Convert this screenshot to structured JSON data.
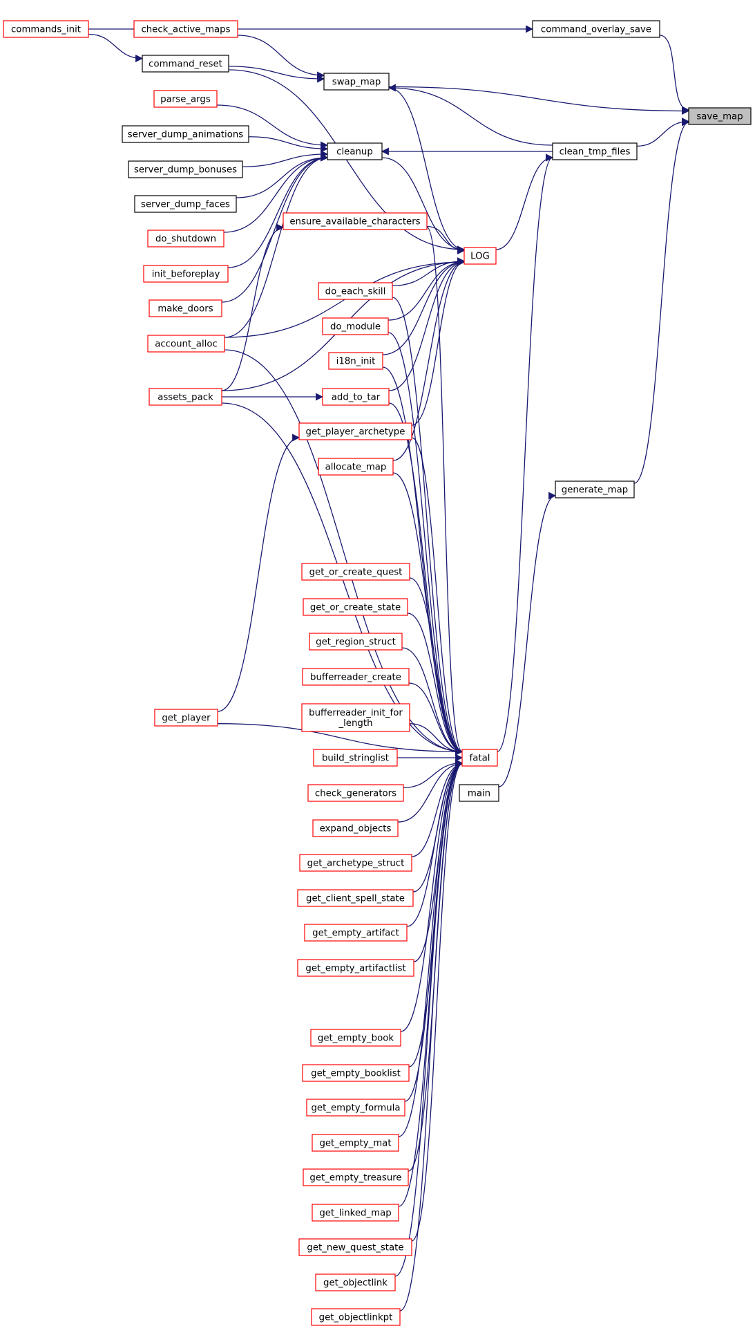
{
  "colors": {
    "edge": "#191970",
    "node_border_red": "#ff0000",
    "node_border_black": "#000000",
    "node_focus_fill": "#bfbfbf",
    "node_fill": "#ffffff"
  },
  "nodes": [
    {
      "id": "save_map",
      "label": "save_map",
      "style": "focus"
    },
    {
      "id": "commands_init",
      "label": "commands_init",
      "style": "red"
    },
    {
      "id": "command_overlay_save",
      "label": "command_overlay_save",
      "style": "black"
    },
    {
      "id": "check_active_maps",
      "label": "check_active_maps",
      "style": "red"
    },
    {
      "id": "command_reset",
      "label": "command_reset",
      "style": "black"
    },
    {
      "id": "swap_map",
      "label": "swap_map",
      "style": "black"
    },
    {
      "id": "parse_args",
      "label": "parse_args",
      "style": "red"
    },
    {
      "id": "server_dump_animations",
      "label": "server_dump_animations",
      "style": "black"
    },
    {
      "id": "cleanup",
      "label": "cleanup",
      "style": "black"
    },
    {
      "id": "clean_tmp_files",
      "label": "clean_tmp_files",
      "style": "black"
    },
    {
      "id": "server_dump_bonuses",
      "label": "server_dump_bonuses",
      "style": "black"
    },
    {
      "id": "server_dump_faces",
      "label": "server_dump_faces",
      "style": "black"
    },
    {
      "id": "ensure_available_characters",
      "label": "ensure_available_characters",
      "style": "red"
    },
    {
      "id": "do_shutdown",
      "label": "do_shutdown",
      "style": "red"
    },
    {
      "id": "LOG",
      "label": "LOG",
      "style": "red"
    },
    {
      "id": "init_beforeplay",
      "label": "init_beforeplay",
      "style": "red"
    },
    {
      "id": "do_each_skill",
      "label": "do_each_skill",
      "style": "red"
    },
    {
      "id": "make_doors",
      "label": "make_doors",
      "style": "red"
    },
    {
      "id": "do_module",
      "label": "do_module",
      "style": "red"
    },
    {
      "id": "account_alloc",
      "label": "account_alloc",
      "style": "red"
    },
    {
      "id": "i18n_init",
      "label": "i18n_init",
      "style": "red"
    },
    {
      "id": "assets_pack",
      "label": "assets_pack",
      "style": "red"
    },
    {
      "id": "add_to_tar",
      "label": "add_to_tar",
      "style": "red"
    },
    {
      "id": "get_player_archetype",
      "label": "get_player_archetype",
      "style": "red"
    },
    {
      "id": "allocate_map",
      "label": "allocate_map",
      "style": "red"
    },
    {
      "id": "generate_map",
      "label": "generate_map",
      "style": "black"
    },
    {
      "id": "get_or_create_quest",
      "label": "get_or_create_quest",
      "style": "red"
    },
    {
      "id": "get_or_create_state",
      "label": "get_or_create_state",
      "style": "red"
    },
    {
      "id": "get_region_struct",
      "label": "get_region_struct",
      "style": "red"
    },
    {
      "id": "bufferreader_create",
      "label": "bufferreader_create",
      "style": "red"
    },
    {
      "id": "get_player",
      "label": "get_player",
      "style": "red"
    },
    {
      "id": "bufferreader_init_for_length",
      "label": "bufferreader_init_for\n_length",
      "style": "red"
    },
    {
      "id": "build_stringlist",
      "label": "build_stringlist",
      "style": "red"
    },
    {
      "id": "fatal",
      "label": "fatal",
      "style": "red"
    },
    {
      "id": "main",
      "label": "main",
      "style": "black"
    },
    {
      "id": "check_generators",
      "label": "check_generators",
      "style": "red"
    },
    {
      "id": "expand_objects",
      "label": "expand_objects",
      "style": "red"
    },
    {
      "id": "get_archetype_struct",
      "label": "get_archetype_struct",
      "style": "red"
    },
    {
      "id": "get_client_spell_state",
      "label": "get_client_spell_state",
      "style": "red"
    },
    {
      "id": "get_empty_artifact",
      "label": "get_empty_artifact",
      "style": "red"
    },
    {
      "id": "get_empty_artifactlist",
      "label": "get_empty_artifactlist",
      "style": "red"
    },
    {
      "id": "get_empty_book",
      "label": "get_empty_book",
      "style": "red"
    },
    {
      "id": "get_empty_booklist",
      "label": "get_empty_booklist",
      "style": "red"
    },
    {
      "id": "get_empty_formula",
      "label": "get_empty_formula",
      "style": "red"
    },
    {
      "id": "get_empty_mat",
      "label": "get_empty_mat",
      "style": "red"
    },
    {
      "id": "get_empty_treasure",
      "label": "get_empty_treasure",
      "style": "red"
    },
    {
      "id": "get_linked_map",
      "label": "get_linked_map",
      "style": "red"
    },
    {
      "id": "get_new_quest_state",
      "label": "get_new_quest_state",
      "style": "red"
    },
    {
      "id": "get_objectlink",
      "label": "get_objectlink",
      "style": "red"
    },
    {
      "id": "get_objectlinkpt",
      "label": "get_objectlinkpt",
      "style": "red"
    }
  ],
  "edges": [
    [
      "command_overlay_save",
      "save_map"
    ],
    [
      "swap_map",
      "save_map"
    ],
    [
      "clean_tmp_files",
      "save_map"
    ],
    [
      "generate_map",
      "save_map"
    ],
    [
      "commands_init",
      "command_overlay_save"
    ],
    [
      "commands_init",
      "command_reset"
    ],
    [
      "check_active_maps",
      "swap_map"
    ],
    [
      "command_reset",
      "swap_map"
    ],
    [
      "clean_tmp_files",
      "swap_map"
    ],
    [
      "parse_args",
      "cleanup"
    ],
    [
      "server_dump_animations",
      "cleanup"
    ],
    [
      "server_dump_bonuses",
      "cleanup"
    ],
    [
      "server_dump_faces",
      "cleanup"
    ],
    [
      "do_shutdown",
      "cleanup"
    ],
    [
      "init_beforeplay",
      "cleanup"
    ],
    [
      "make_doors",
      "cleanup"
    ],
    [
      "account_alloc",
      "cleanup"
    ],
    [
      "clean_tmp_files",
      "cleanup"
    ],
    [
      "LOG",
      "clean_tmp_files"
    ],
    [
      "fatal",
      "clean_tmp_files"
    ],
    [
      "main",
      "generate_map"
    ],
    [
      "command_reset",
      "LOG"
    ],
    [
      "swap_map",
      "LOG"
    ],
    [
      "cleanup",
      "LOG"
    ],
    [
      "ensure_available_characters",
      "LOG"
    ],
    [
      "do_each_skill",
      "LOG"
    ],
    [
      "do_module",
      "LOG"
    ],
    [
      "i18n_init",
      "LOG"
    ],
    [
      "add_to_tar",
      "LOG"
    ],
    [
      "get_player_archetype",
      "LOG"
    ],
    [
      "allocate_map",
      "LOG"
    ],
    [
      "account_alloc",
      "LOG"
    ],
    [
      "assets_pack",
      "LOG"
    ],
    [
      "assets_pack",
      "ensure_available_characters"
    ],
    [
      "assets_pack",
      "add_to_tar"
    ],
    [
      "get_player",
      "get_player_archetype"
    ],
    [
      "ensure_available_characters",
      "fatal"
    ],
    [
      "do_each_skill",
      "fatal"
    ],
    [
      "do_module",
      "fatal"
    ],
    [
      "i18n_init",
      "fatal"
    ],
    [
      "add_to_tar",
      "fatal"
    ],
    [
      "get_player_archetype",
      "fatal"
    ],
    [
      "allocate_map",
      "fatal"
    ],
    [
      "account_alloc",
      "fatal"
    ],
    [
      "assets_pack",
      "fatal"
    ],
    [
      "get_player",
      "fatal"
    ],
    [
      "get_or_create_quest",
      "fatal"
    ],
    [
      "get_or_create_state",
      "fatal"
    ],
    [
      "get_region_struct",
      "fatal"
    ],
    [
      "bufferreader_create",
      "fatal"
    ],
    [
      "bufferreader_init_for_length",
      "fatal"
    ],
    [
      "build_stringlist",
      "fatal"
    ],
    [
      "check_generators",
      "fatal"
    ],
    [
      "expand_objects",
      "fatal"
    ],
    [
      "get_archetype_struct",
      "fatal"
    ],
    [
      "get_client_spell_state",
      "fatal"
    ],
    [
      "get_empty_artifact",
      "fatal"
    ],
    [
      "get_empty_artifactlist",
      "fatal"
    ],
    [
      "get_empty_book",
      "fatal"
    ],
    [
      "get_empty_booklist",
      "fatal"
    ],
    [
      "get_empty_formula",
      "fatal"
    ],
    [
      "get_empty_mat",
      "fatal"
    ],
    [
      "get_empty_treasure",
      "fatal"
    ],
    [
      "get_linked_map",
      "fatal"
    ],
    [
      "get_new_quest_state",
      "fatal"
    ],
    [
      "get_objectlink",
      "fatal"
    ],
    [
      "get_objectlinkpt",
      "fatal"
    ]
  ]
}
